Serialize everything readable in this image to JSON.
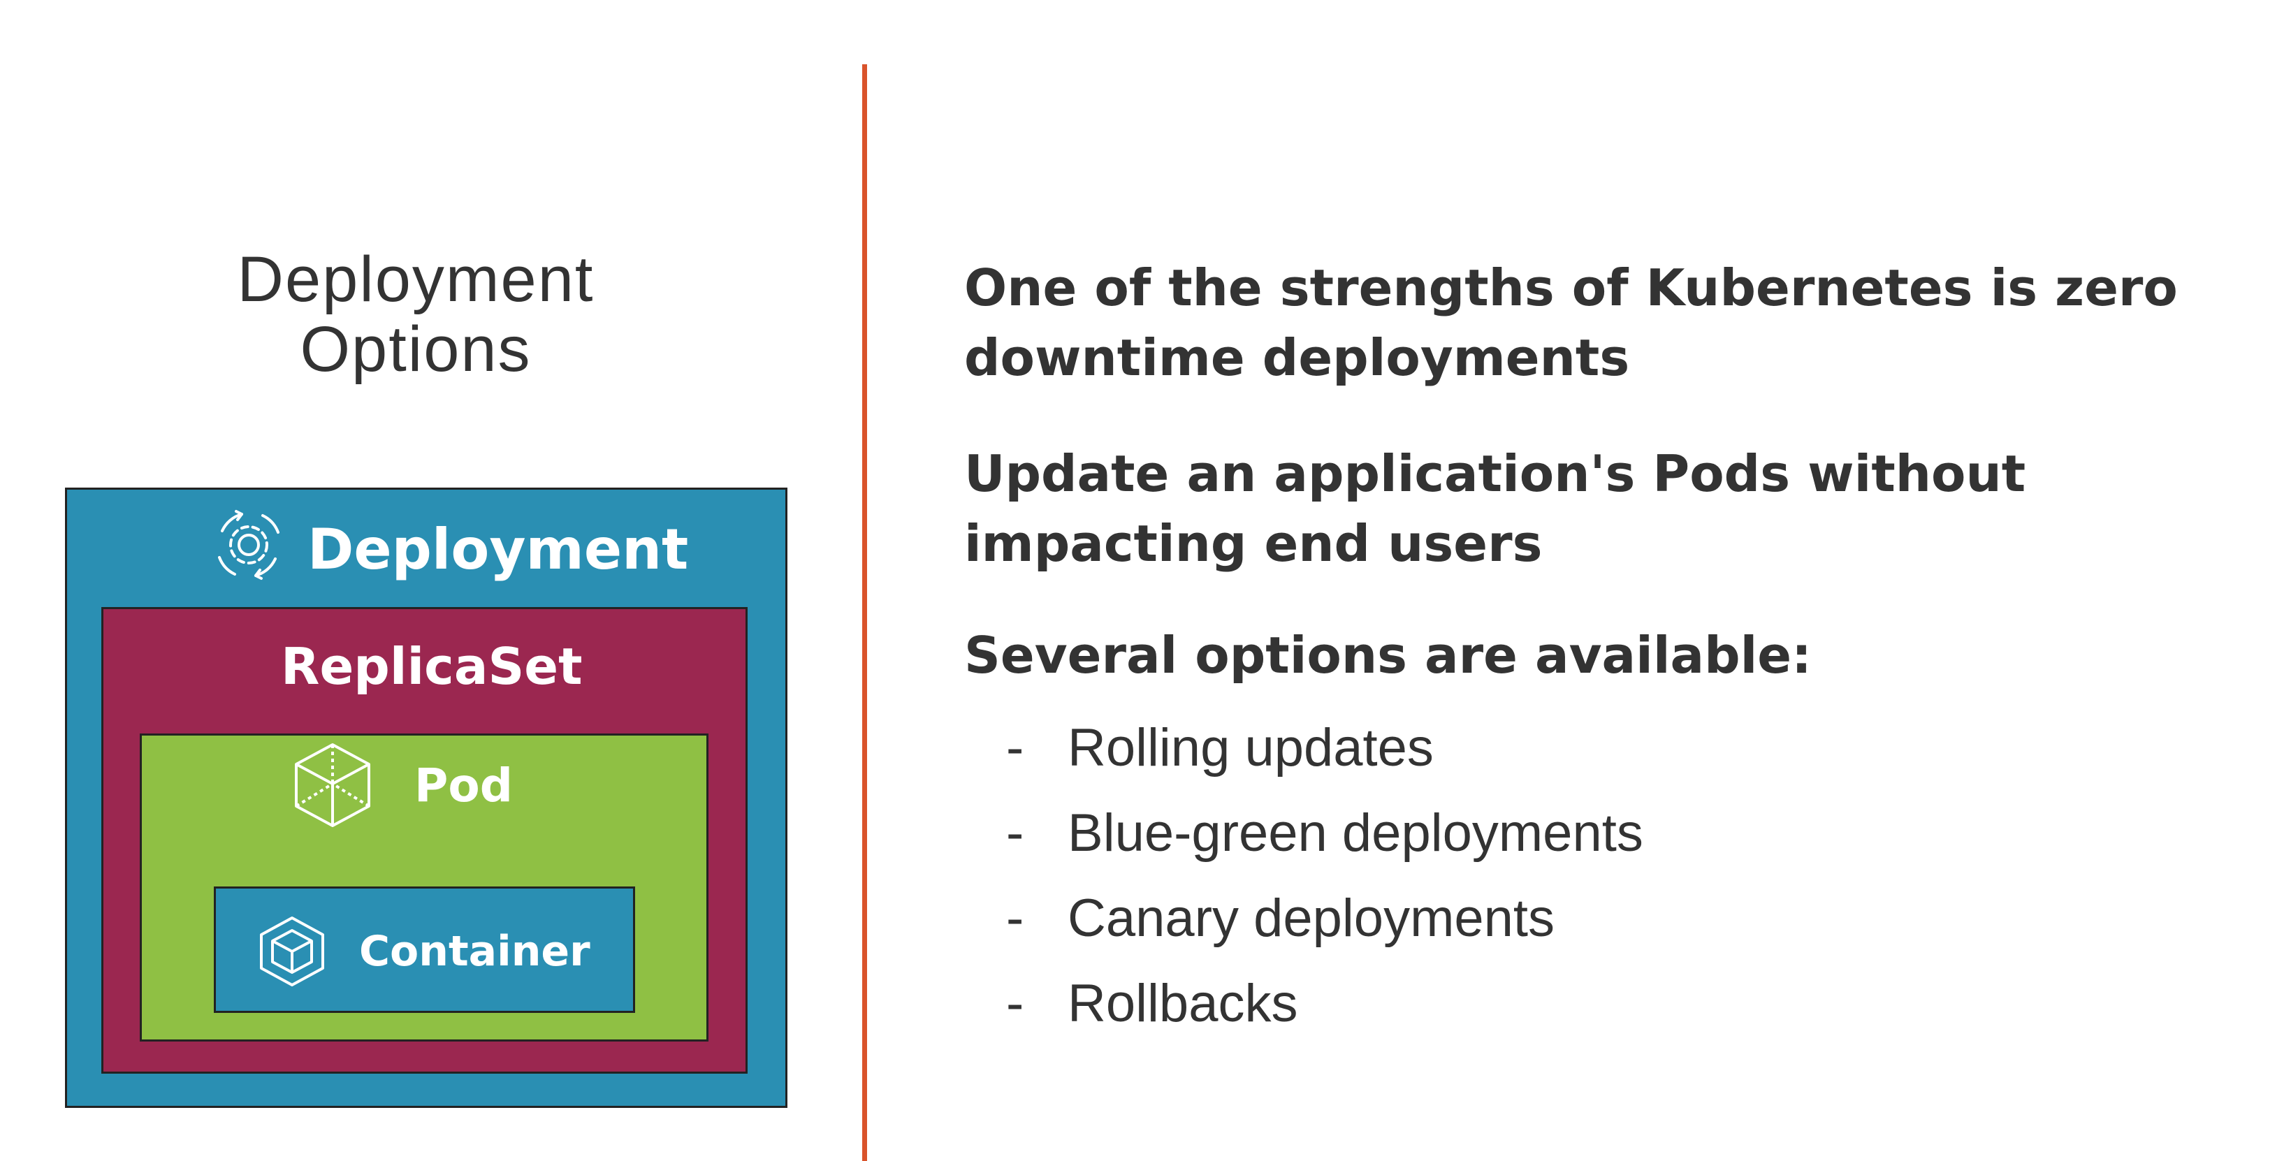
{
  "title": {
    "line1": "Deployment",
    "line2": "Options"
  },
  "diagram": {
    "deployment": {
      "label": "Deployment",
      "color": "#2a8fb3",
      "icon": "rotating-gear-icon"
    },
    "replicaset": {
      "label": "ReplicaSet",
      "color": "#9b2750"
    },
    "pod": {
      "label": "Pod",
      "color": "#8fc044",
      "icon": "cube-icon"
    },
    "container": {
      "label": "Container",
      "color": "#2a8fb3",
      "icon": "container-cube-icon"
    }
  },
  "divider_color": "#d9532b",
  "points": {
    "p1": "One of the strengths of Kubernetes is zero downtime deployments",
    "p2": "Update an application's Pods without impacting end users",
    "p3": "Several options are available:"
  },
  "options": [
    {
      "dash": "-",
      "text": "Rolling updates"
    },
    {
      "dash": "-",
      "text": "Blue-green deployments"
    },
    {
      "dash": "-",
      "text": "Canary deployments"
    },
    {
      "dash": "-",
      "text": "Rollbacks"
    }
  ]
}
